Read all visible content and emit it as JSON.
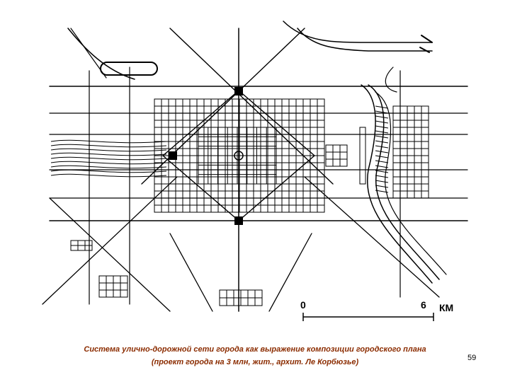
{
  "diagram": {
    "scale": {
      "start": "0",
      "end": "6",
      "unit": "КМ"
    }
  },
  "caption": {
    "line1": "Система улично-дорожной сети  города  как выражение композиции городского   плана",
    "line2": "(проект города    на    3   млн,     жит., архит. Ле Корбюзье)"
  },
  "page": {
    "number": "59"
  }
}
